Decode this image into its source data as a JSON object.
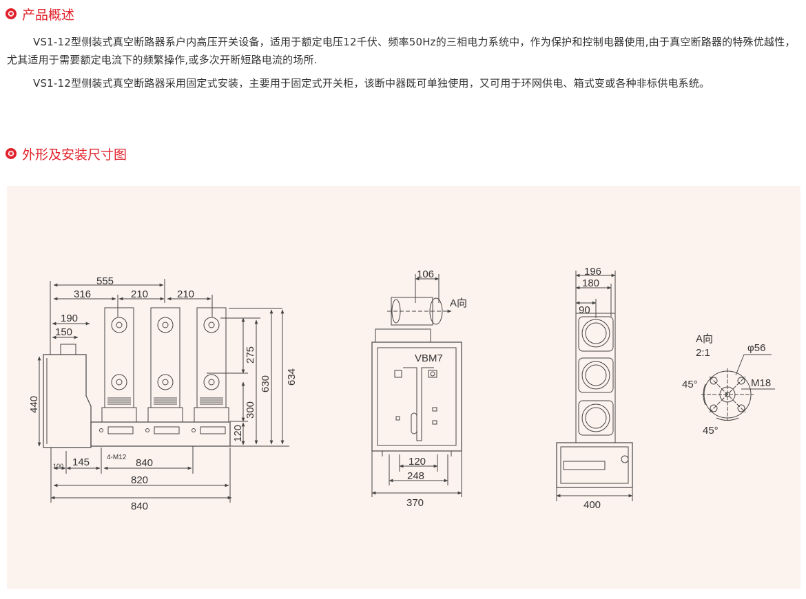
{
  "section1": {
    "title": "产品概述",
    "icon": "star-badge-icon"
  },
  "paragraphs": [
    "VS1-12型侧装式真空断路器系户内高压开关设备，适用于额定电压12千伏、频率50Hz的三相电力系统中，作为保护和控制电器使用,由于真空断路器的特殊优越性，尤其适用于需要额定电流下的频繁操作,或多次开断短路电流的场所.",
    "VS1-12型侧装式真空断路器采用固定式安装，主要用于固定式开关柜，该断中器既可单独使用，又可用于环网供电、箱式变或各种非标供电系统。"
  ],
  "section2": {
    "title": "外形及安装尺寸图",
    "icon": "star-badge-icon"
  },
  "colors": {
    "accent": "#e0202a",
    "panel_bg": "#fcf2ee",
    "line": "#444444"
  },
  "drawing": {
    "front": {
      "dims": [
        "555",
        "316",
        "210",
        "210",
        "190",
        "150",
        "440",
        "275",
        "630",
        "634",
        "300",
        "120",
        "100",
        "145",
        "4-M12",
        "840",
        "820",
        "840"
      ]
    },
    "side": {
      "dims": [
        "106",
        "A向",
        "VBM7",
        "120",
        "248",
        "370"
      ]
    },
    "top": {
      "dims": [
        "196",
        "180",
        "90",
        "400"
      ]
    },
    "detail": {
      "labels": [
        "A向",
        "2:1",
        "φ56",
        "45°",
        "M18",
        "45°"
      ]
    }
  }
}
